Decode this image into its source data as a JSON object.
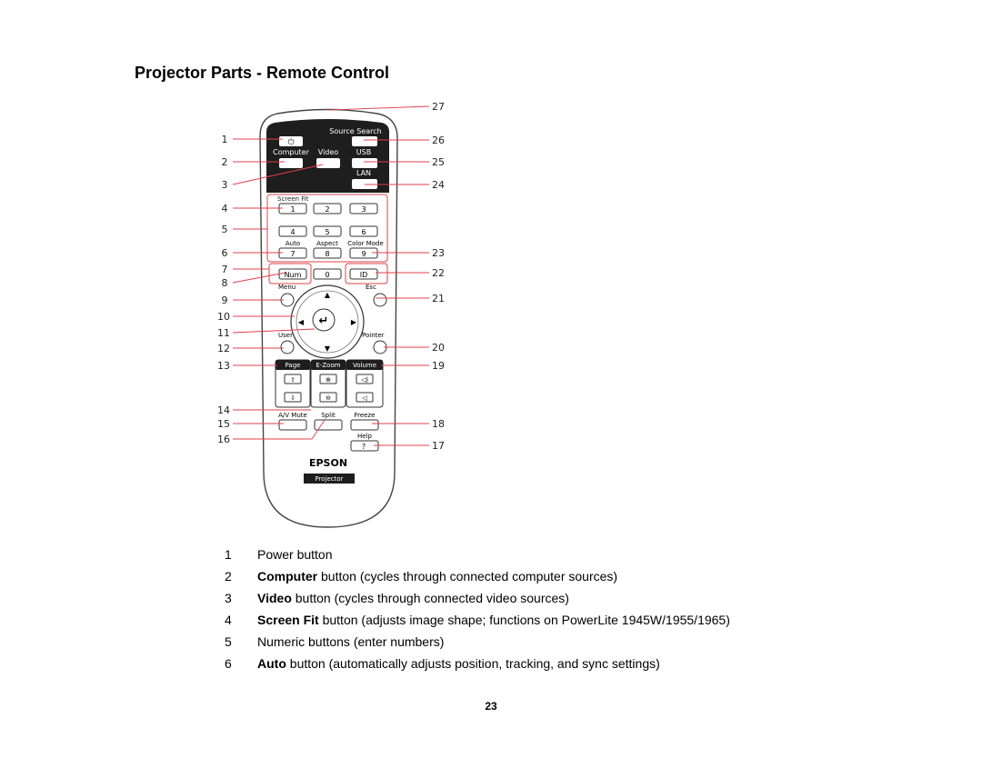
{
  "page": {
    "title": "Projector Parts - Remote Control",
    "page_number": "23"
  },
  "remote": {
    "labels": {
      "source_search": "Source Search",
      "computer": "Computer",
      "video": "Video",
      "usb": "USB",
      "lan": "LAN",
      "screen_fit": "Screen Fit",
      "auto": "Auto",
      "aspect": "Aspect",
      "color_mode": "Color Mode",
      "num": "Num",
      "zero": "0",
      "id": "ID",
      "menu": "Menu",
      "esc": "Esc",
      "user": "User",
      "pointer": "Pointer",
      "page": "Page",
      "ezoom": "E-Zoom",
      "volume": "Volume",
      "av_mute": "A/V Mute",
      "split": "Split",
      "freeze": "Freeze",
      "help": "Help",
      "help_key": "?",
      "brand": "EPSON",
      "product": "Projector"
    },
    "number_keys": [
      "1",
      "2",
      "3",
      "4",
      "5",
      "6",
      "7",
      "8",
      "9"
    ],
    "callouts": [
      "1",
      "2",
      "3",
      "4",
      "5",
      "6",
      "7",
      "8",
      "9",
      "10",
      "11",
      "12",
      "13",
      "14",
      "15",
      "16",
      "17",
      "18",
      "19",
      "20",
      "21",
      "22",
      "23",
      "24",
      "25",
      "26",
      "27"
    ],
    "callout_color": "#e0404a"
  },
  "legend": {
    "items": [
      {
        "num": "1",
        "bold": "",
        "text": "Power button"
      },
      {
        "num": "2",
        "bold": "Computer",
        "text": " button (cycles through connected computer sources)"
      },
      {
        "num": "3",
        "bold": "Video",
        "text": " button (cycles through connected video sources)"
      },
      {
        "num": "4",
        "bold": "Screen Fit",
        "text": " button (adjusts image shape; functions on PowerLite 1945W/1955/1965)"
      },
      {
        "num": "5",
        "bold": "",
        "text": "Numeric buttons (enter numbers)"
      },
      {
        "num": "6",
        "bold": "Auto",
        "text": " button (automatically adjusts position, tracking, and sync settings)"
      }
    ]
  }
}
